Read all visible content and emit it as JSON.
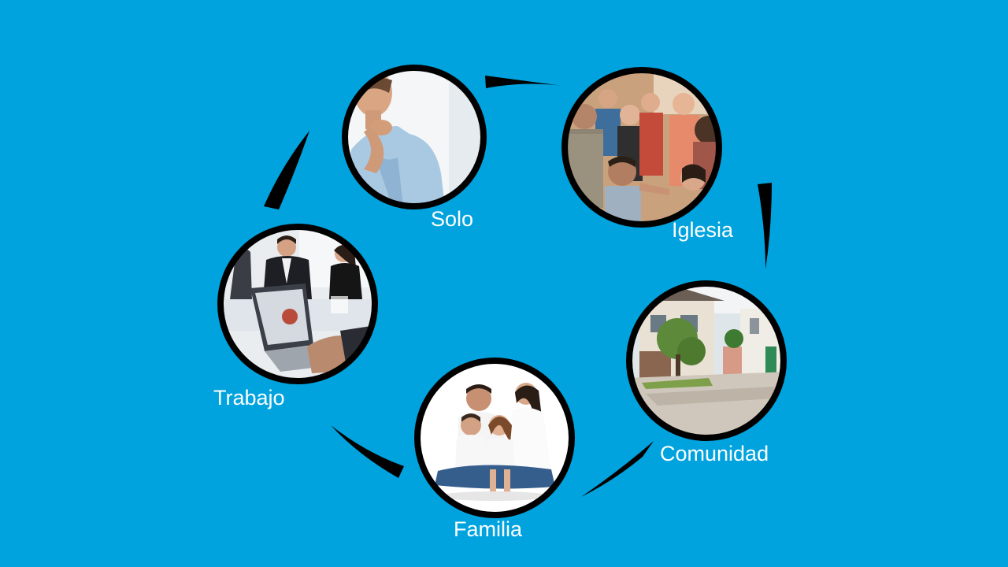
{
  "nodes": [
    {
      "id": "solo",
      "label": "Solo",
      "photo": "thinking-man-photo"
    },
    {
      "id": "iglesia",
      "label": "Iglesia",
      "photo": "church-congregation-photo"
    },
    {
      "id": "comunidad",
      "label": "Comunidad",
      "photo": "neighborhood-street-photo"
    },
    {
      "id": "familia",
      "label": "Familia",
      "photo": "family-portrait-photo"
    },
    {
      "id": "trabajo",
      "label": "Trabajo",
      "photo": "office-meeting-photo"
    }
  ],
  "colors": {
    "background": "#00A3DE",
    "ring": "#000000",
    "connector": "#000000",
    "label": "#FFFFFF"
  }
}
